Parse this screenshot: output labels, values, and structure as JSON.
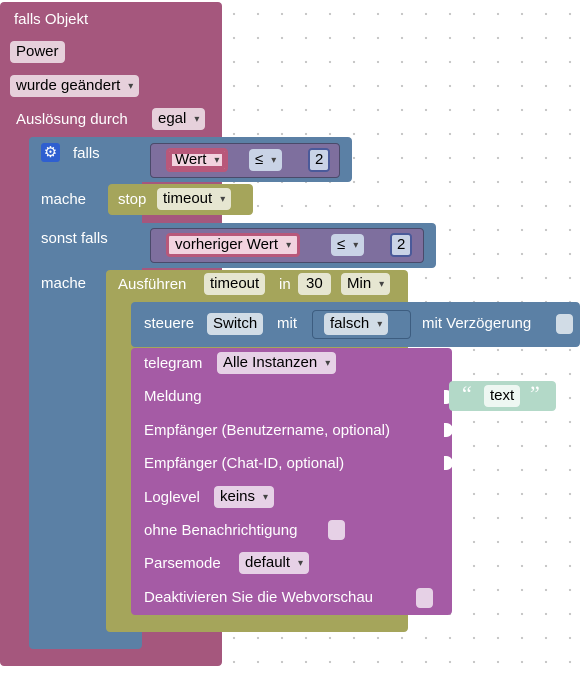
{
  "trigger": {
    "title": "falls Objekt",
    "object": "Power",
    "condition": "wurde geändert",
    "trigger_label": "Auslösung durch",
    "trigger_value": "egal"
  },
  "if_block": {
    "if_label": "falls",
    "compare1": {
      "left": "Wert",
      "operator": "≤",
      "right": "2"
    },
    "do_label": "mache",
    "stop_label": "stop",
    "stop_value": "timeout",
    "elseif_label": "sonst falls",
    "compare2": {
      "left": "vorheriger Wert",
      "operator": "≤",
      "right": "2"
    },
    "do2_label": "mache"
  },
  "timeout_block": {
    "label": "Ausführen",
    "name": "timeout",
    "in_label": "in",
    "value": "30",
    "unit": "Min"
  },
  "control_block": {
    "label": "steuere",
    "target": "Switch",
    "with_label": "mit",
    "value": "falsch",
    "delay_label": "mit Verzögerung"
  },
  "telegram_block": {
    "label": "telegram",
    "instance": "Alle Instanzen",
    "message_label": "Meldung",
    "message_value": "text",
    "recipient_user_label": "Empfänger (Benutzername, optional)",
    "recipient_chat_label": "Empfänger (Chat-ID, optional)",
    "loglevel_label": "Loglevel",
    "loglevel_value": "keins",
    "silent_label": "ohne Benachrichtigung",
    "parsemode_label": "Parsemode",
    "parsemode_value": "default",
    "disable_preview_label": "Deaktivieren Sie die Webvorschau"
  },
  "colors": {
    "trigger": "#a5577d",
    "logic": "#5b80a5",
    "compare_outer": "#7e6f9e",
    "compare_inner": "#b8587a",
    "timer": "#a5a55b",
    "control": "#5b80a5",
    "telegram": "#a55ba5",
    "text": "#b3d9c8"
  }
}
